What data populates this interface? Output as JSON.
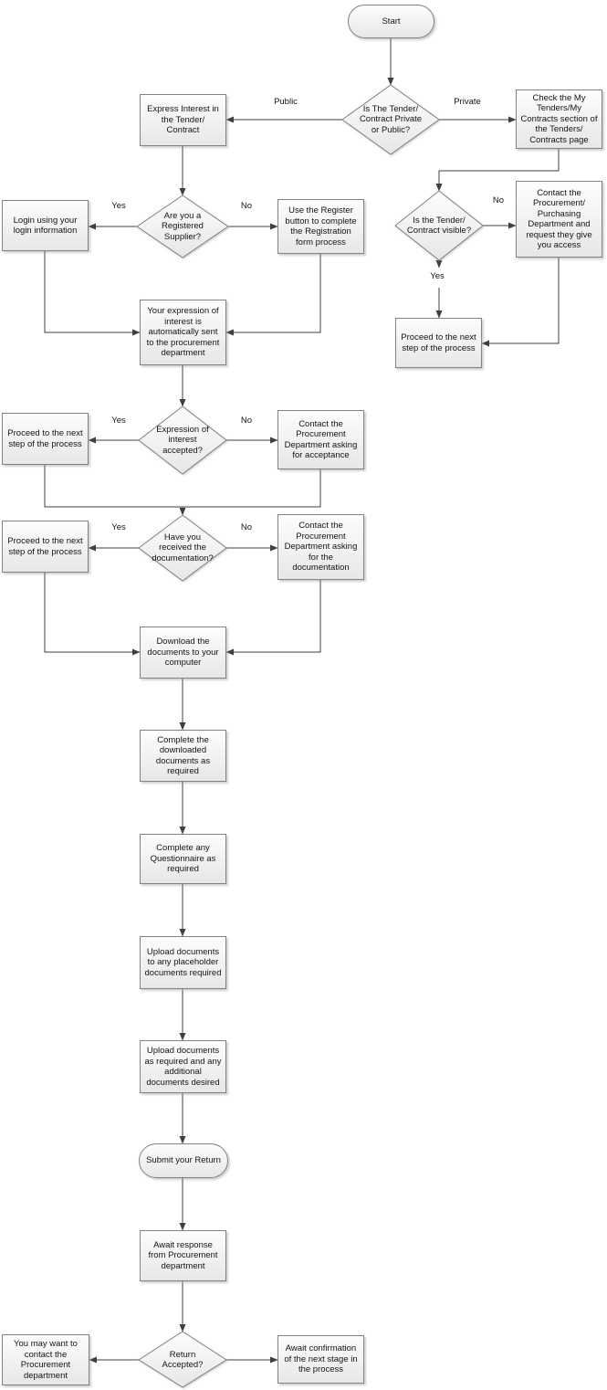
{
  "colors": {
    "shape_border": "#828282",
    "connector": "#3f3f3f",
    "shape_fill_top": "#fdfdfd",
    "shape_fill_bottom": "#e7e7e7"
  },
  "labels": {
    "yes": "Yes",
    "no": "No",
    "public": "Public",
    "private": "Private"
  },
  "nodes": {
    "start": "Start",
    "private_or_public": "Is The Tender/\nContract Private\nor Public?",
    "express_interest": "Express Interest in\nthe Tender/\nContract",
    "check_my_tenders": "Check the My\nTenders/My\nContracts section of\nthe Tenders/\nContracts page",
    "registered_supplier": "Are you a\nRegistered\nSupplier?",
    "login": "Login using your\nlogin information",
    "use_register": "Use the Register\nbutton to complete\nthe Registration\nform process",
    "expression_sent": "Your expression of\ninterest is\nautomatically sent\nto the procurement\ndepartment",
    "tender_visible": "Is the Tender/\nContract visible?",
    "contact_access": "Contact the\nProcurement/\nPurchasing\nDepartment and\nrequest they give\nyou access",
    "proceed_after_access": "Proceed to the next\nstep of the process",
    "expression_accepted": "Expression of\ninterest\naccepted?",
    "proceed_after_expression": "Proceed to the next\nstep of the process",
    "contact_acceptance": "Contact the\nProcurement\nDepartment asking\nfor acceptance",
    "received_documentation": "Have you\nreceived the\ndocumentation?",
    "proceed_after_documentation": "Proceed to the next\nstep of the process",
    "contact_documentation": "Contact the\nProcurement\nDepartment asking\nfor the\ndocumentation",
    "download_documents": "Download the\ndocuments to your\ncomputer",
    "complete_downloaded": "Complete the\ndownloaded\ndocuments as\nrequired",
    "complete_questionnaire": "Complete any\nQuestionnaire as\nrequired",
    "upload_placeholder": "Upload documents\nto any placeholder\ndocuments required",
    "upload_additional": "Upload documents\nas required and any\nadditional\ndocuments desired",
    "submit_return": "Submit your Return",
    "await_response": "Await response\nfrom Procurement\ndepartment",
    "return_accepted": "Return\nAccepted?",
    "contact_procurement": "You may want to\ncontact the\nProcurement\ndepartment",
    "await_confirmation": "Await confirmation\nof the next stage in\nthe process"
  }
}
